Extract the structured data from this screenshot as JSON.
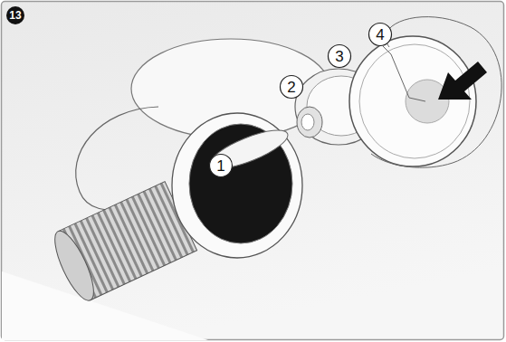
{
  "diagram": {
    "labels": [
      "13",
      "1",
      "2",
      "3",
      "4"
    ]
  }
}
